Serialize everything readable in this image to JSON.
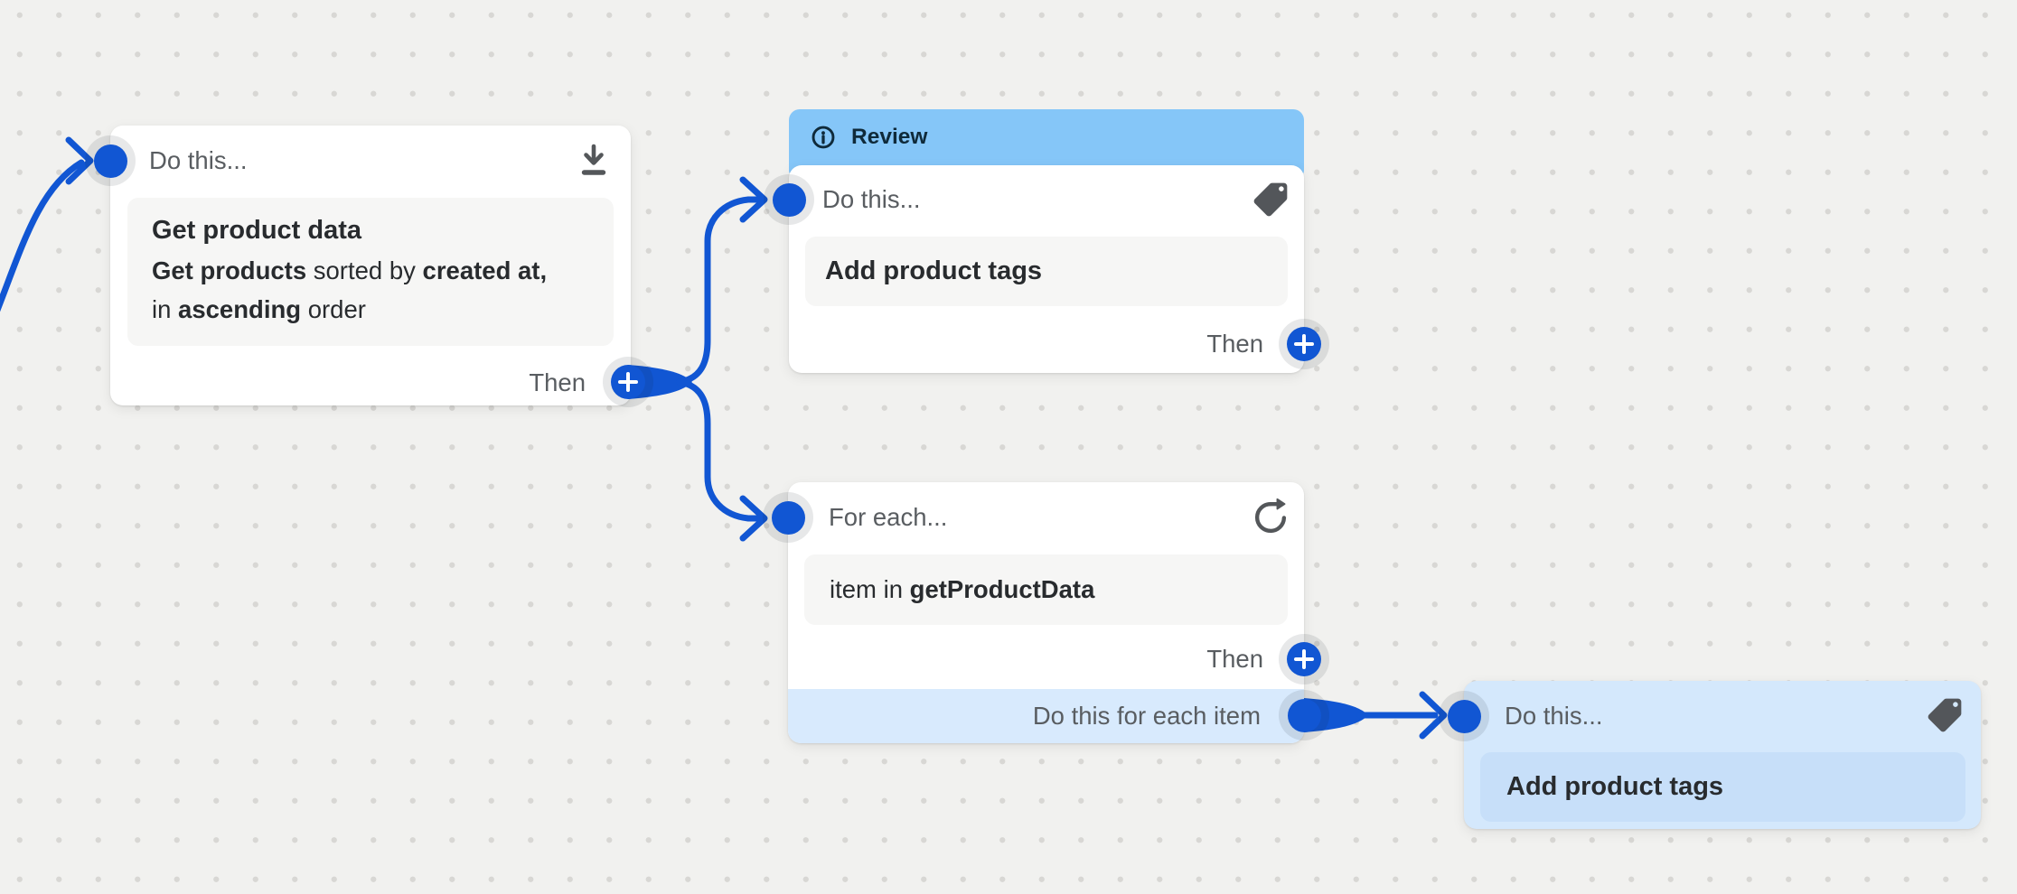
{
  "colors": {
    "canvas": "#f1f1ef",
    "grid_dot": "#d8d7d4",
    "accent": "#1156d3",
    "card": "#ffffff",
    "inner_box": "#f6f6f5",
    "banner": "#85c6f8",
    "banner_text": "#0f2a3a",
    "selected_card": "#d4e8fc",
    "selected_box": "#c7dff9",
    "footer_bar": "#d8eafd",
    "text_dark": "#282b2e",
    "text_gray": "#595d61",
    "icon_gray": "#54575a"
  },
  "cards": {
    "get_product_data": {
      "header": "Do this...",
      "header_icon": "download-icon",
      "title": "Get product data",
      "desc1_bold1": "Get products",
      "desc1_reg1": " sorted by ",
      "desc1_bold2": "created at,",
      "desc2_reg1": "in ",
      "desc2_bold1": "ascending",
      "desc2_reg2": " order",
      "then": "Then",
      "then_icon": "plus-icon"
    },
    "review_action": {
      "banner": "Review",
      "banner_icon": "info-icon",
      "header": "Do this...",
      "header_icon": "tag-icon",
      "title": "Add product tags",
      "then": "Then",
      "then_icon": "plus-icon"
    },
    "for_each": {
      "header": "For each...",
      "header_icon": "refresh-icon",
      "item_reg1": "item in ",
      "item_bold1": "getProductData",
      "then": "Then",
      "then_icon": "plus-icon",
      "footer": "Do this for each item"
    },
    "do_this_selected": {
      "header": "Do this...",
      "header_icon": "tag-icon",
      "title": "Add product tags"
    }
  }
}
